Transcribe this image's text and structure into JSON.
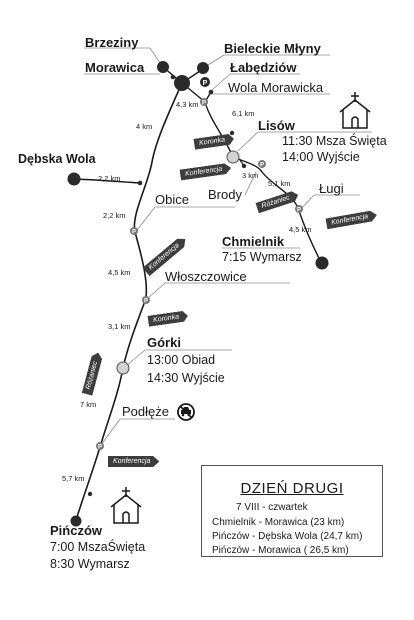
{
  "places": {
    "brzeziny": "Brzeziny",
    "morawica": "Morawica",
    "bieleckie": "Bieleckie Młyny",
    "labedziow": "Łabędziów",
    "wola": "Wola Morawicka",
    "lisow": "Lisów",
    "lisow_mass": "11:30 Msza Święta",
    "lisow_dep": "14:00 Wyjście",
    "debska": "Dębska Wola",
    "obice": "Obice",
    "brody": "Brody",
    "lugi": "Ługi",
    "chmielnik": "Chmielnik",
    "chmielnik_dep": "7:15 Wymarsz",
    "wloszczowice": "Włoszczowice",
    "gorki": "Górki",
    "gorki_lunch": "13:00 Obiad",
    "gorki_dep": "14:30 Wyjście",
    "podleze": "Podłęże",
    "pinczow": "Pińczów",
    "pinczow_mass": "7:00 MszaŚwięta",
    "pinczow_dep": "8:30 Wymarsz"
  },
  "distances": {
    "d43": "4,3 km",
    "d61": "6,1 km",
    "d4": "4 km",
    "d3": "3 km",
    "d51": "5,1 km",
    "d22a": "2,2 km",
    "d22b": "2,2 km",
    "d45a": "4,5 km",
    "d45b": "4,5 km",
    "d31": "3,1 km",
    "d7": "7 km",
    "d57": "5,7 km"
  },
  "tags": {
    "koronka1": "Koronka",
    "konferencja1": "Konferencja",
    "rozaniec1": "Różaniec",
    "konferencja2": "Konferencja",
    "konferencja3": "Konferencja",
    "koronka2": "Koronka",
    "rozaniec2": "Różaniec",
    "konferencja4": "Konferencja"
  },
  "icons": {
    "parking_letter": "P",
    "church": "church-icon",
    "no_car": "no-car-icon"
  },
  "info_box": {
    "title": "DZIEŃ DRUGI",
    "date": "7 VIII - czwartek",
    "line1": "Chmielnik - Morawica (23 km)",
    "line2": "Pińczów - Dębska Wola (24,7 km)",
    "line3": "Pińczów - Morawica ( 26,5 km)"
  }
}
